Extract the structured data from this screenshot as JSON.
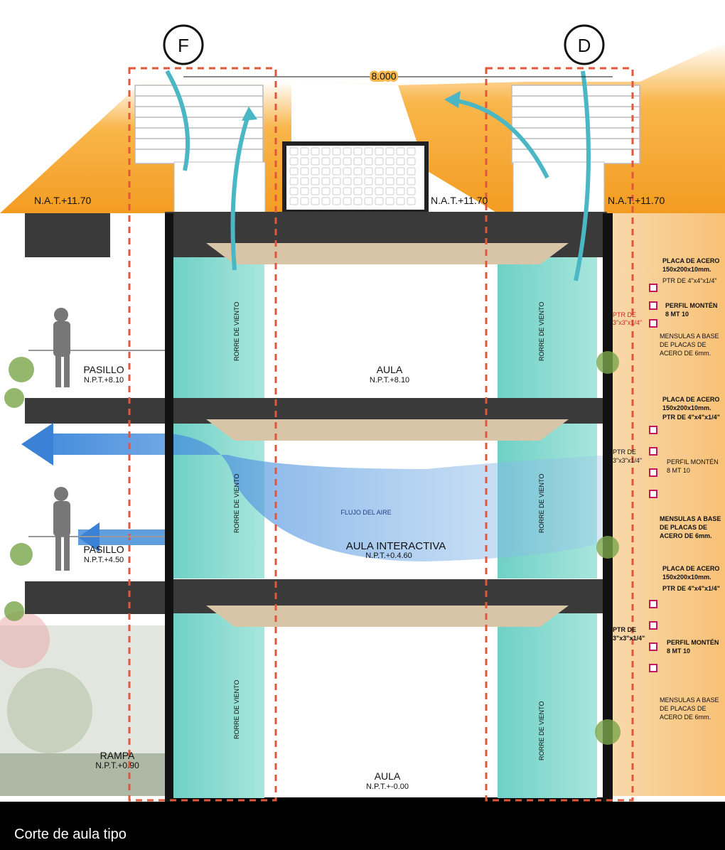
{
  "axes": {
    "left": "F",
    "right": "D",
    "span": "8.000"
  },
  "levels": {
    "roof_left": "N.A.T.+11.70",
    "roof_mid": "N.A.T.+11.70",
    "roof_right": "N.A.T.+11.70"
  },
  "rooms": {
    "aula_top": {
      "name": "AULA",
      "level": "N.P.T.+8.10"
    },
    "aula_mid": {
      "name": "AULA INTERACTIVA",
      "level": "N.P.T.+0.4.60"
    },
    "aula_bottom": {
      "name": "AULA",
      "level": "N.P.T.+-0.00"
    },
    "pasillo_top": {
      "name": "PASILLO",
      "level": "N.P.T.+8.10"
    },
    "pasillo_mid": {
      "name": "PASILLO",
      "level": "N.P.T.+4.50"
    },
    "rampa": {
      "name": "RAMPA",
      "level": "N.P.T.+0.90"
    }
  },
  "airflow_label": "FLUJO DEL AIRE",
  "wind_tower_label": "RORRE DE VIENTO",
  "annotations": {
    "top": {
      "placa_1": "PLACA DE ACERO",
      "placa_2": "150x200x10mm.",
      "ptr4": "PTR DE 4\"x4\"x1/4\"",
      "perfil_1": "PERFIL MONTÉN",
      "perfil_2": "8 MT 10",
      "ptr3_1": "PTR DE",
      "ptr3_2": "3\"x3\"x1/4\"",
      "mensulas_1": "MENSULAS A BASE",
      "mensulas_2": "DE PLACAS DE",
      "mensulas_3": "ACERO DE 6mm."
    },
    "mid": {
      "placa_1": "PLACA DE ACERO",
      "placa_2": "150x200x10mm.",
      "ptr4": "PTR DE 4\"x4\"x1/4\"",
      "ptr3_1": "PTR DE",
      "ptr3_2": "3\"x3\"x1/4\"",
      "perfil_1": "PERFIL MONTÉN",
      "perfil_2": "8 MT 10",
      "mensulas_1": "MENSULAS A BASE",
      "mensulas_2": "DE PLACAS DE",
      "mensulas_3": "ACERO DE 6mm."
    },
    "bottom": {
      "placa_1": "PLACA DE ACERO",
      "placa_2": "150x200x10mm.",
      "ptr4": "PTR DE 4\"x4\"x1/4\"",
      "ptr3_1": "PTR DE",
      "ptr3_2": "3\"x3\"x1/4\"",
      "perfil_1": "PERFIL MONTÉN",
      "perfil_2": "8 MT 10",
      "mensulas_1": "MENSULAS A BASE",
      "mensulas_2": "DE PLACAS DE",
      "mensulas_3": "ACERO DE 6mm."
    }
  },
  "caption": "Corte de aula tipo",
  "colors": {
    "sky": "#f7a531",
    "glass": "#7fd6c9",
    "slab": "#2b2b2b",
    "axis": "#e2573b",
    "airflow": "#3b82d6"
  }
}
